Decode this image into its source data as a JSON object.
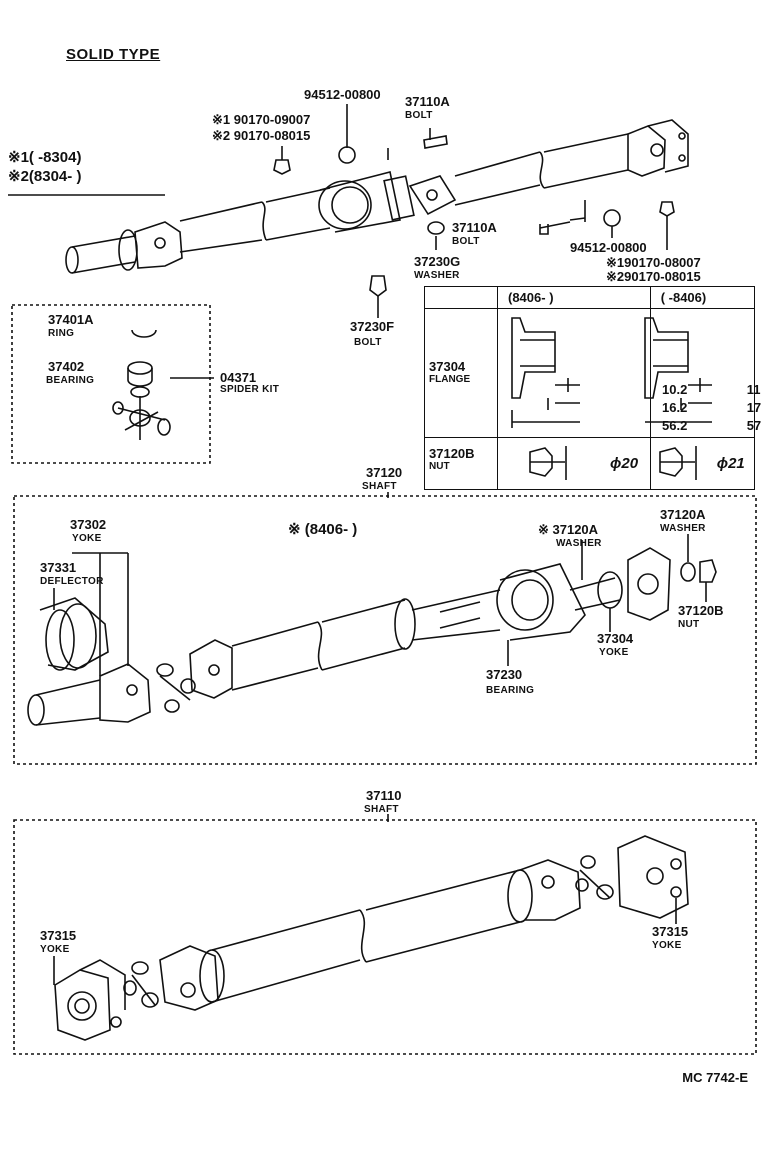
{
  "title": "SOLID TYPE",
  "diagram_code": "MC 7742-E",
  "top_assembly": {
    "applicability": {
      "note1": "※1(      -8304)",
      "note2": "※2(8304-        )"
    },
    "parts": {
      "p94512_top": "94512-00800",
      "p37110a_top": "37110A",
      "p37110a_top_name": "BOLT",
      "nut_note1": "※1 90170-09007",
      "nut_note2": "※2 90170-08015",
      "p37110a_mid": "37110A",
      "p37110a_mid_name": "BOLT",
      "p94512_mid": "94512-00800",
      "nut_note3": "※190170-08007",
      "nut_note4": "※290170-08015",
      "p37230g": "37230G",
      "p37230g_name": "WASHER",
      "p37230f": "37230F",
      "p37230f_name": "BOLT"
    }
  },
  "spider_kit": {
    "p37401a": "37401A",
    "p37401a_name": "RING",
    "p37402": "37402",
    "p37402_name": "BEARING",
    "p04371": "04371",
    "p04371_name": "SPIDER KIT"
  },
  "spec_table": {
    "col1_header": "(8406-        )",
    "col2_header": "(        -8406)",
    "row1_part": "37304",
    "row1_name": "FLANGE",
    "row1_col1_dims": [
      "10.2",
      "16.2",
      "56.2"
    ],
    "row1_col2_dims": [
      "11",
      "17",
      "57"
    ],
    "row2_part": "37120B",
    "row2_name": "NUT",
    "row2_col1": "ϕ20",
    "row2_col2": "ϕ21"
  },
  "shaft_37120": {
    "part": "37120",
    "name": "SHAFT",
    "note": "※  (8406-         )",
    "p37302": "37302",
    "p37302_name": "YOKE",
    "p37331": "37331",
    "p37331_name": "DEFLECTOR",
    "p37120a": "※ 37120A",
    "p37120a_name": "WASHER",
    "p37120a_2": "37120A",
    "p37120a_2_name": "WASHER",
    "p37120b": "37120B",
    "p37120b_name": "NUT",
    "p37304": "37304",
    "p37304_name": "YOKE",
    "p37230": "37230",
    "p37230_name": "BEARING"
  },
  "shaft_37110": {
    "part": "37110",
    "name": "SHAFT",
    "p37315_left": "37315",
    "p37315_left_name": "YOKE",
    "p37315_right": "37315",
    "p37315_right_name": "YOKE"
  }
}
